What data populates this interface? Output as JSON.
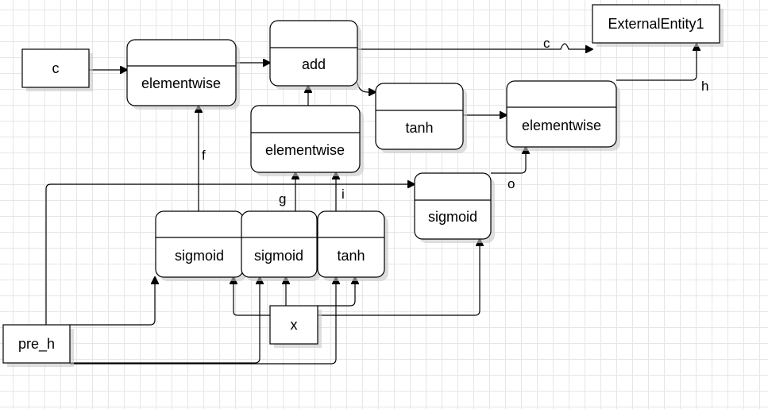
{
  "nodes": {
    "c_input": {
      "label": "c"
    },
    "elementwise_f": {
      "label": "elementwise"
    },
    "add": {
      "label": "add"
    },
    "external_entity": {
      "label": "ExternalEntity1"
    },
    "tanh_c": {
      "label": "tanh"
    },
    "elementwise_out": {
      "label": "elementwise"
    },
    "elementwise_gi": {
      "label": "elementwise"
    },
    "sigmoid_o": {
      "label": "sigmoid"
    },
    "sigmoid_f": {
      "label": "sigmoid"
    },
    "sigmoid_g": {
      "label": "sigmoid"
    },
    "tanh_i": {
      "label": "tanh"
    },
    "x_input": {
      "label": "x"
    },
    "pre_h_input": {
      "label": "pre_h"
    }
  },
  "edge_labels": {
    "c": "c",
    "h": "h",
    "f": "f",
    "g": "g",
    "i": "i",
    "o": "o"
  },
  "colors": {
    "stroke": "#000000",
    "fill": "#ffffff",
    "grid": "#e6e6e6"
  }
}
